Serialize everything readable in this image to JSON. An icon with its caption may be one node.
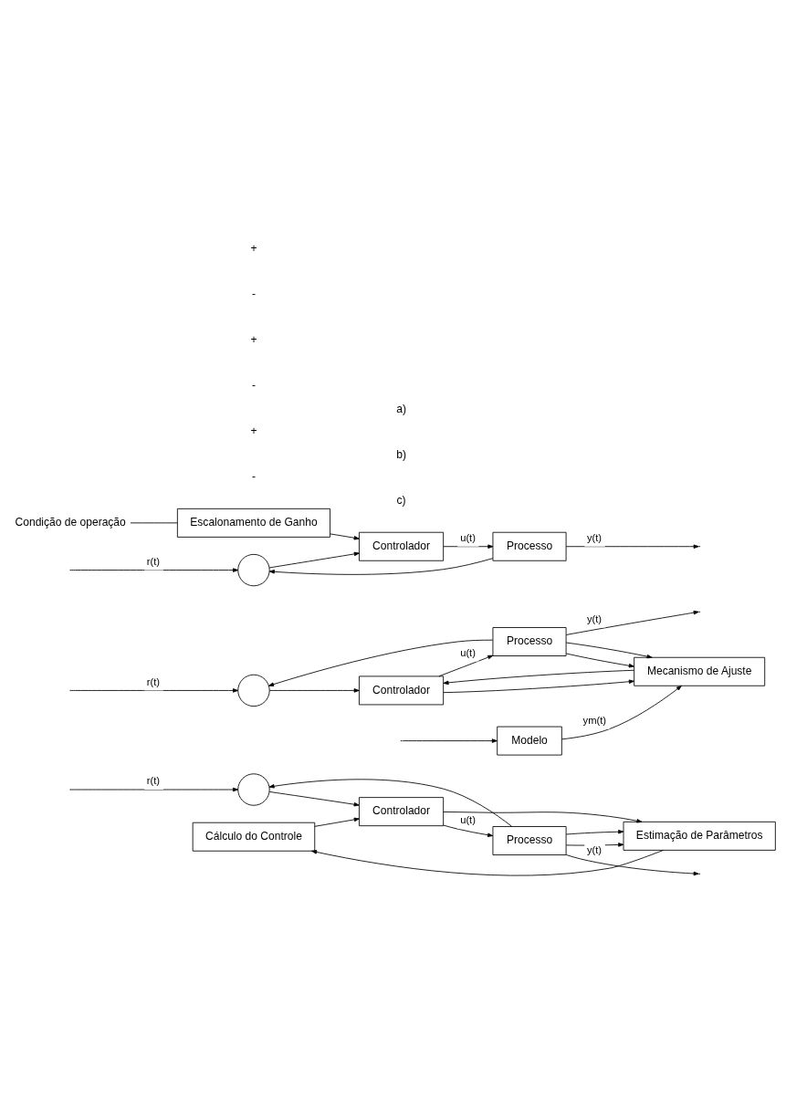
{
  "diagram": {
    "nodes": [
      {
        "text": [
          "Escalonamento de Ganho"
        ]
      },
      {
        "text": [
          "Condição de operação"
        ]
      },
      {
        "text": [],
        "shape": "circle"
      },
      {
        "text": [
          "Controlador"
        ]
      },
      {
        "text": [
          "Processo"
        ]
      },
      {
        "text": [
          "Modelo"
        ]
      },
      {
        "text": [
          "Mecanismo de Ajuste"
        ]
      },
      {
        "text": [],
        "shape": "circle"
      },
      {
        "text": [
          "Controlador"
        ]
      },
      {
        "text": [
          "Processo"
        ]
      },
      {
        "text": [
          "Cálculo do Controle"
        ]
      },
      {
        "text": [
          "Estimação de Parâmetros"
        ]
      },
      {
        "text": [],
        "shape": "circle"
      },
      {
        "text": [
          "Controlador"
        ]
      },
      {
        "text": [
          "Processo"
        ]
      }
    ],
    "edges": [
      {
        "from": 1,
        "to": 0,
        "arrow": "none"
      },
      {
        "from": null,
        "to": 2,
        "arrow": "to",
        "label": "r(t)"
      },
      {
        "from": 2,
        "to": 3,
        "arrow": "to"
      },
      {
        "from": 0,
        "to": 3,
        "arrow": "to"
      },
      {
        "from": 3,
        "to": 4,
        "arrow": "to",
        "label": "u(t)"
      },
      {
        "from": 4,
        "to": null,
        "arrow": "to",
        "label": "y(t)"
      },
      {
        "from": 4,
        "to": 2,
        "arrow": "to"
      },
      {
        "from": null,
        "to": 7,
        "arrow": "to",
        "label": "r(t)"
      },
      {
        "from": null,
        "to": 5,
        "arrow": "to"
      },
      {
        "from": 5,
        "to": 6,
        "arrow": "to",
        "label": "ym(t)"
      },
      {
        "from": 6,
        "to": 8,
        "arrow": "to"
      },
      {
        "from": 7,
        "to": 8,
        "arrow": "to"
      },
      {
        "from": 8,
        "to": 9,
        "arrow": "to",
        "label": "u(t)"
      },
      {
        "from": 8,
        "to": 6,
        "arrow": "to"
      },
      {
        "from": 9,
        "to": 6,
        "arrow": "to"
      },
      {
        "from": 9,
        "to": 6,
        "arrow": "to"
      },
      {
        "from": 9,
        "to": null,
        "arrow": "to",
        "label": "y(t)"
      },
      {
        "from": 9,
        "to": 7,
        "arrow": "to"
      },
      {
        "from": null,
        "to": 12,
        "arrow": "to",
        "label": "r(t)"
      },
      {
        "from": 12,
        "to": 13,
        "arrow": "to"
      },
      {
        "from": 10,
        "to": 13,
        "arrow": "to"
      },
      {
        "from": 11,
        "to": 10,
        "arrow": "to"
      },
      {
        "from": 13,
        "to": 14,
        "arrow": "to",
        "label": "u(t)"
      },
      {
        "from": 13,
        "to": 11,
        "arrow": "to"
      },
      {
        "from": 14,
        "to": 11,
        "arrow": "to"
      },
      {
        "from": 14,
        "to": 11,
        "arrow": "to"
      },
      {
        "from": 14,
        "to": null,
        "arrow": "to",
        "label": "y(t)"
      },
      {
        "from": 14,
        "to": 12,
        "arrow": "to"
      }
    ],
    "labels": [
      "+",
      "-",
      "a)",
      "+",
      "-",
      "b)",
      "+",
      "-",
      "c)"
    ]
  }
}
